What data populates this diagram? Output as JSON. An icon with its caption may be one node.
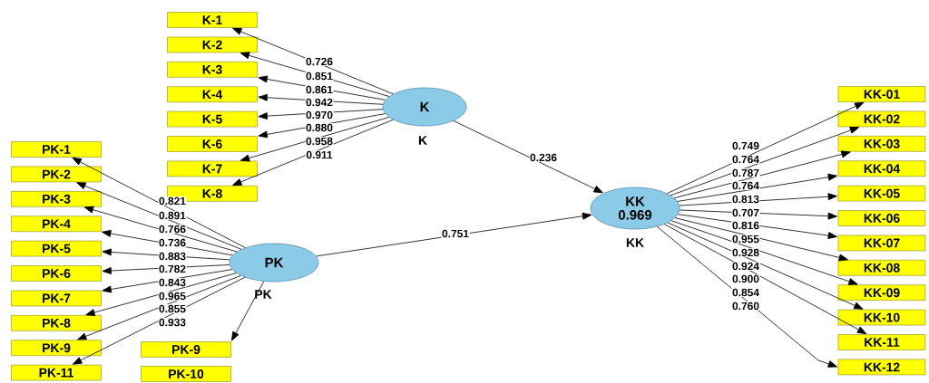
{
  "diagram": {
    "nodes": [
      {
        "text": [
          "K"
        ],
        "beside": [
          "K"
        ]
      },
      {
        "text": [
          "PK"
        ],
        "beside": [
          "PK"
        ]
      },
      {
        "text": [
          "KK",
          "0.969"
        ],
        "beside": [
          "KK"
        ]
      },
      {
        "text": [
          "K-1"
        ]
      },
      {
        "text": [
          "K-2"
        ]
      },
      {
        "text": [
          "K-3"
        ]
      },
      {
        "text": [
          "K-4"
        ]
      },
      {
        "text": [
          "K-5"
        ]
      },
      {
        "text": [
          "K-6"
        ]
      },
      {
        "text": [
          "K-7"
        ]
      },
      {
        "text": [
          "K-8"
        ]
      },
      {
        "text": [
          "PK-1"
        ]
      },
      {
        "text": [
          "PK-2"
        ]
      },
      {
        "text": [
          "PK-3"
        ]
      },
      {
        "text": [
          "PK-4"
        ]
      },
      {
        "text": [
          "PK-5"
        ]
      },
      {
        "text": [
          "PK-6"
        ]
      },
      {
        "text": [
          "PK-7"
        ]
      },
      {
        "text": [
          "PK-8"
        ]
      },
      {
        "text": [
          "PK-9"
        ]
      },
      {
        "text": [
          "PK-11"
        ]
      },
      {
        "text": [
          "PK-9"
        ]
      },
      {
        "text": [
          "PK-10"
        ]
      },
      {
        "text": [
          "KK-01"
        ]
      },
      {
        "text": [
          "KK-02"
        ]
      },
      {
        "text": [
          "KK-03"
        ]
      },
      {
        "text": [
          "KK-04"
        ]
      },
      {
        "text": [
          "KK-05"
        ]
      },
      {
        "text": [
          "KK-06"
        ]
      },
      {
        "text": [
          "KK-07"
        ]
      },
      {
        "text": [
          "KK-08"
        ]
      },
      {
        "text": [
          "KK-09"
        ]
      },
      {
        "text": [
          "KK-10"
        ]
      },
      {
        "text": [
          "KK-11"
        ]
      },
      {
        "text": [
          "KK-12"
        ]
      }
    ],
    "edges": [
      {
        "from": 0,
        "to": 2,
        "arrow": "to",
        "label": "0.236"
      },
      {
        "from": 1,
        "to": 2,
        "arrow": "to",
        "label": "0.751"
      },
      {
        "from": 0,
        "to": 3,
        "arrow": "to",
        "label": "0.726"
      },
      {
        "from": 0,
        "to": 4,
        "arrow": "to",
        "label": "0.851"
      },
      {
        "from": 0,
        "to": 5,
        "arrow": "to",
        "label": "0.861"
      },
      {
        "from": 0,
        "to": 6,
        "arrow": "to",
        "label": "0.942"
      },
      {
        "from": 0,
        "to": 7,
        "arrow": "to",
        "label": "0.970"
      },
      {
        "from": 0,
        "to": 8,
        "arrow": "to",
        "label": "0.880"
      },
      {
        "from": 0,
        "to": 9,
        "arrow": "to",
        "label": "0.958"
      },
      {
        "from": 0,
        "to": 10,
        "arrow": "to",
        "label": "0.911"
      },
      {
        "from": 1,
        "to": 11,
        "arrow": "to",
        "label": "0.821"
      },
      {
        "from": 1,
        "to": 12,
        "arrow": "to",
        "label": "0.891"
      },
      {
        "from": 1,
        "to": 13,
        "arrow": "to",
        "label": "0.766"
      },
      {
        "from": 1,
        "to": 14,
        "arrow": "to",
        "label": "0.736"
      },
      {
        "from": 1,
        "to": 15,
        "arrow": "to",
        "label": "0.883"
      },
      {
        "from": 1,
        "to": 16,
        "arrow": "to",
        "label": "0.782"
      },
      {
        "from": 1,
        "to": 17,
        "arrow": "to",
        "label": "0.843"
      },
      {
        "from": 1,
        "to": 18,
        "arrow": "to",
        "label": "0.965"
      },
      {
        "from": 1,
        "to": 19,
        "arrow": "to",
        "label": "0.855"
      },
      {
        "from": 1,
        "to": 20,
        "arrow": "to",
        "label": "0.933"
      },
      {
        "from": 1,
        "to": 21,
        "arrow": "to"
      },
      {
        "from": 2,
        "to": 23,
        "arrow": "to",
        "label": "0.749"
      },
      {
        "from": 2,
        "to": 24,
        "arrow": "to",
        "label": "0.764"
      },
      {
        "from": 2,
        "to": 25,
        "arrow": "to",
        "label": "0.787"
      },
      {
        "from": 2,
        "to": 26,
        "arrow": "to",
        "label": "0.764"
      },
      {
        "from": 2,
        "to": 27,
        "arrow": "to",
        "label": "0.813"
      },
      {
        "from": 2,
        "to": 28,
        "arrow": "to",
        "label": "0.707"
      },
      {
        "from": 2,
        "to": 29,
        "arrow": "to",
        "label": "0.816"
      },
      {
        "from": 2,
        "to": 30,
        "arrow": "to",
        "label": "0.955"
      },
      {
        "from": 2,
        "to": 31,
        "arrow": "to",
        "label": "0.924"
      },
      {
        "from": 2,
        "to": 32,
        "arrow": "to",
        "label": "0.900"
      },
      {
        "from": 2,
        "to": 33,
        "arrow": "to",
        "label": "0.854"
      },
      {
        "from": 2,
        "to": 34,
        "arrow": "to",
        "label": "0.760"
      }
    ],
    "labels": [
      "0.928"
    ]
  }
}
